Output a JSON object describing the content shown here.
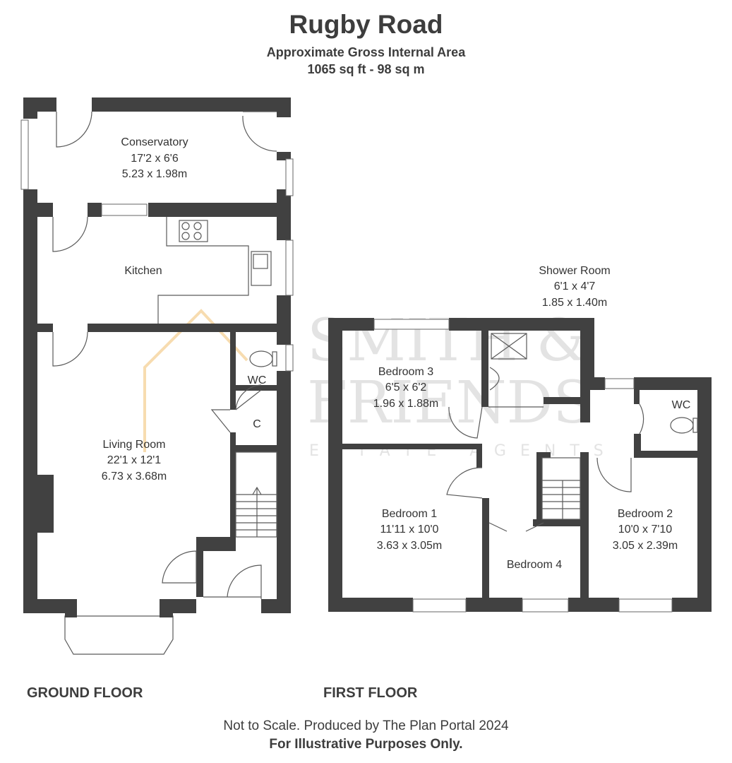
{
  "header": {
    "title": "Rugby Road",
    "subtitle": "Approximate Gross Internal Area",
    "area": "1065 sq ft - 98 sq m"
  },
  "watermark": {
    "line1": "SMITH &",
    "line2": "FRIENDS",
    "line3": "ESTATE AGENTS"
  },
  "ground_floor": {
    "label": "GROUND FLOOR",
    "rooms": {
      "conservatory": {
        "name": "Conservatory",
        "imperial": "17'2 x 6'6",
        "metric": "5.23 x 1.98m"
      },
      "kitchen": {
        "name": "Kitchen"
      },
      "living": {
        "name": "Living Room",
        "imperial": "22'1 x 12'1",
        "metric": "6.73 x 3.68m"
      },
      "wc": {
        "name": "WC"
      },
      "cupboard": {
        "name": "C"
      }
    }
  },
  "first_floor": {
    "label": "FIRST FLOOR",
    "rooms": {
      "shower": {
        "name": "Shower Room",
        "imperial": "6'1 x 4'7",
        "metric": "1.85 x 1.40m"
      },
      "bed3": {
        "name": "Bedroom 3",
        "imperial": "6'5 x 6'2",
        "metric": "1.96 x 1.88m"
      },
      "bed1": {
        "name": "Bedroom 1",
        "imperial": "11'11 x 10'0",
        "metric": "3.63 x 3.05m"
      },
      "bed4": {
        "name": "Bedroom 4"
      },
      "bed2": {
        "name": "Bedroom 2",
        "imperial": "10'0 x 7'10",
        "metric": "3.05 x 2.39m"
      },
      "wc": {
        "name": "WC"
      }
    }
  },
  "footer": {
    "line1": "Not to Scale. Produced by The Plan Portal 2024",
    "line2": "For Illustrative Purposes Only."
  },
  "colors": {
    "wall": "#414141",
    "watermark": "#e3e3e3",
    "watermark_accent": "#f7dcb0"
  }
}
